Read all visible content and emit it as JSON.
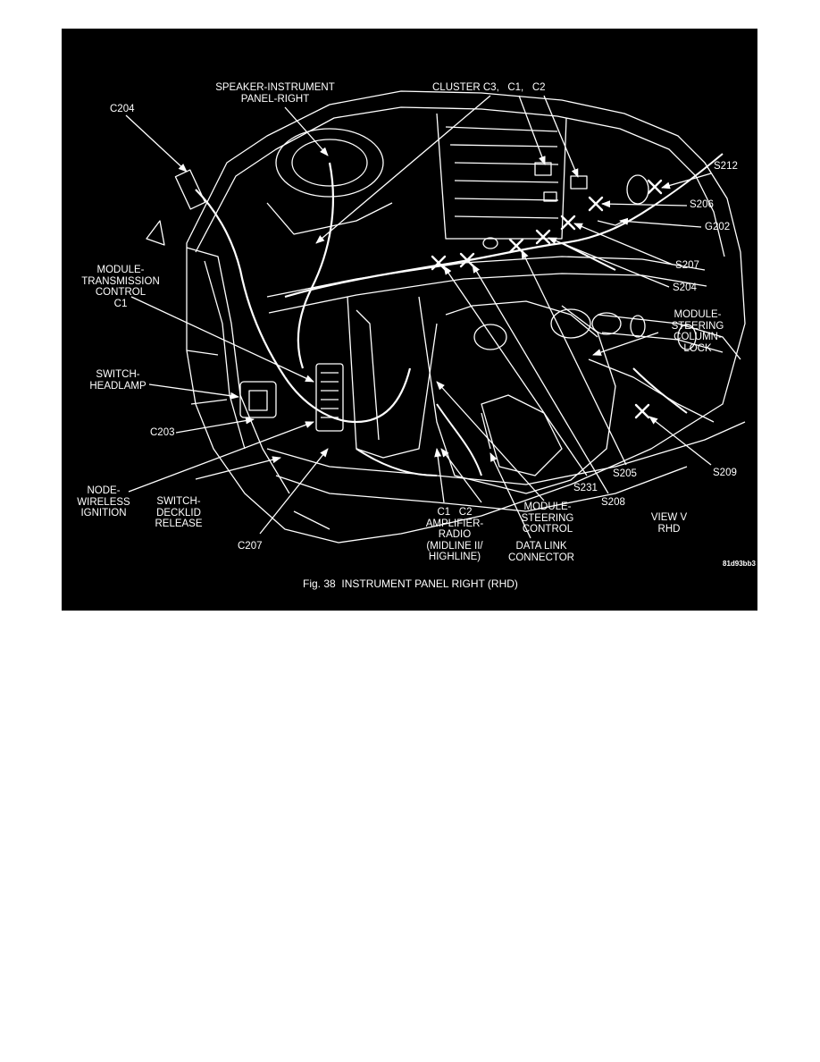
{
  "figure": {
    "caption": "Fig. 38  INSTRUMENT PANEL RIGHT (RHD)",
    "id_code": "81d93bb3",
    "view": "VIEW V\nRHD"
  },
  "labels": {
    "c204": "C204",
    "speaker": "SPEAKER-INSTRUMENT\nPANEL-RIGHT",
    "cluster": "CLUSTER C3,   C1,   C2",
    "s212": "S212",
    "s206": "S206",
    "g202": "G202",
    "s207": "S207",
    "s204": "S204",
    "module_tc": "MODULE-\nTRANSMISSION\nCONTROL\nC1",
    "module_scl": "MODULE-\nSTEERING\nCOLUMN-\nLOCK",
    "switch_headlamp": "SWITCH-\nHEADLAMP",
    "c203": "C203",
    "node_wireless": "NODE-\nWIRELESS\nIGNITION",
    "switch_decklid": "SWITCH-\nDECKLID\nRELEASE",
    "c207": "C207",
    "amp": "C1   C2\nAMPLIFIER-\nRADIO\n(MIDLINE II/\nHIGHLINE)",
    "data_link": "DATA LINK\nCONNECTOR",
    "module_sc": "MODULE-\nSTEERING\nCONTROL",
    "s231": "S231",
    "s208": "S208",
    "s205": "S205",
    "s209": "S209"
  },
  "colors": {
    "background": "#000000",
    "linework": "#ffffff",
    "page": "#ffffff"
  }
}
